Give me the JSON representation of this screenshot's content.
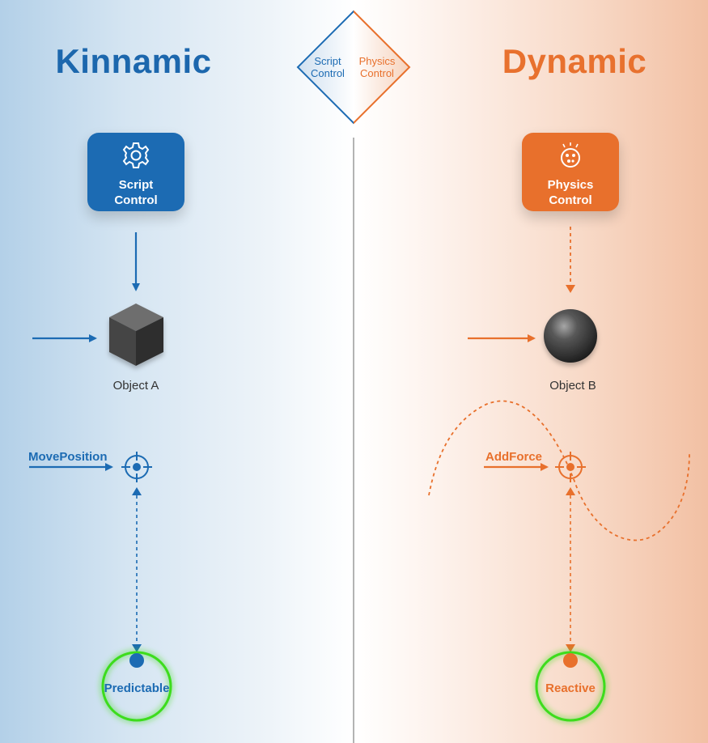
{
  "header": {
    "left_title": "Kinnamic",
    "right_title": "Dynamic",
    "badge_left_line1": "Script",
    "badge_left_line2": "Control",
    "badge_right_line1": "Physics",
    "badge_right_line2": "Control"
  },
  "left_panel": {
    "card_line1": "Script",
    "card_line2": "Control",
    "card_icon": "gear-icon",
    "object_label": "Object A",
    "method_label": "MovePosition",
    "result_label": "Predictable"
  },
  "right_panel": {
    "card_line1": "Physics",
    "card_line2": "Control",
    "card_icon": "atom-icon",
    "object_label": "Object B",
    "method_label": "AddForce",
    "result_label": "Reactive"
  },
  "colors": {
    "kinematic_blue": "#1c6bb3",
    "dynamic_orange": "#e8702c",
    "glow_green": "#3cdc1e",
    "divider_gray": "#9a9a9a"
  }
}
